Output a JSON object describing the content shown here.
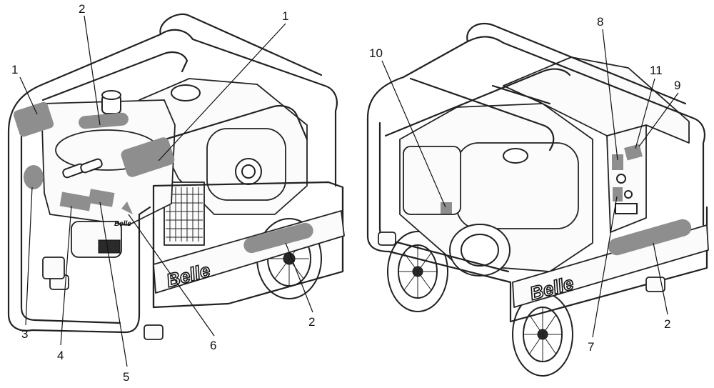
{
  "callouts": {
    "c1a": "1",
    "c2a": "2",
    "c1b": "1",
    "c3": "3",
    "c4": "4",
    "c5": "5",
    "c6": "6",
    "c2b": "2",
    "c10": "10",
    "c8": "8",
    "c11": "11",
    "c9": "9",
    "c7": "7",
    "c2c": "2"
  },
  "branding": {
    "left": "Belle",
    "right": "Belle",
    "small": "Belle"
  }
}
